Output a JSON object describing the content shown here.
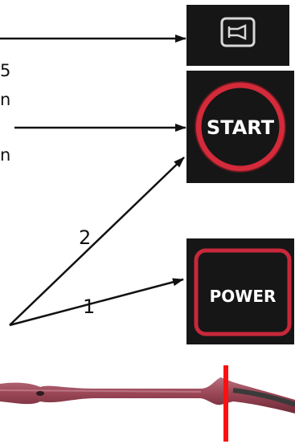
{
  "text_fragments": [
    "5",
    "n",
    "n"
  ],
  "buttons": {
    "horn": {
      "icon": "horn-icon"
    },
    "start": {
      "label": "START",
      "ring_color": "#d42a3a"
    },
    "power": {
      "label": "POWER",
      "border_color": "#c8283a"
    }
  },
  "arrows": {
    "labels": [
      "2",
      "1"
    ]
  },
  "probe": {
    "handle_color": "#9a4656",
    "marker_color": "#ff1010"
  }
}
